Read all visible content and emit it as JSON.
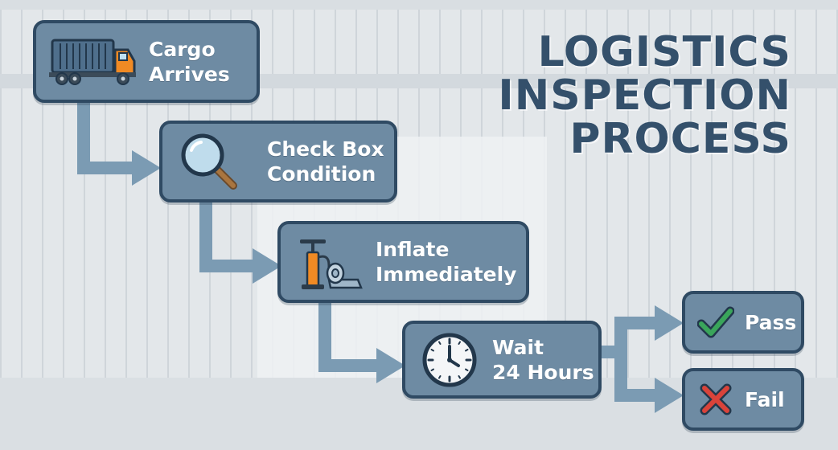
{
  "title": {
    "line1": "LOGISTICS",
    "line2": "INSPECTION",
    "line3": "PROCESS"
  },
  "steps": [
    {
      "line1": "Cargo",
      "line2": "Arrives",
      "icon": "truck-icon"
    },
    {
      "line1": "Check Box",
      "line2": "Condition",
      "icon": "magnifier-icon"
    },
    {
      "line1": "Inflate",
      "line2": "Immediately",
      "icon": "air-pump-icon"
    },
    {
      "line1": "Wait",
      "line2": "24 Hours",
      "icon": "clock-icon"
    }
  ],
  "outcomes": [
    {
      "label": "Pass",
      "icon": "check-icon"
    },
    {
      "label": "Fail",
      "icon": "cross-icon"
    }
  ],
  "colors": {
    "box_fill": "#6e8ba3",
    "box_border": "#2f4a63",
    "connector": "#7b9bb3",
    "title": "#34506b",
    "pass": "#3aa55b",
    "fail": "#d9433a"
  }
}
